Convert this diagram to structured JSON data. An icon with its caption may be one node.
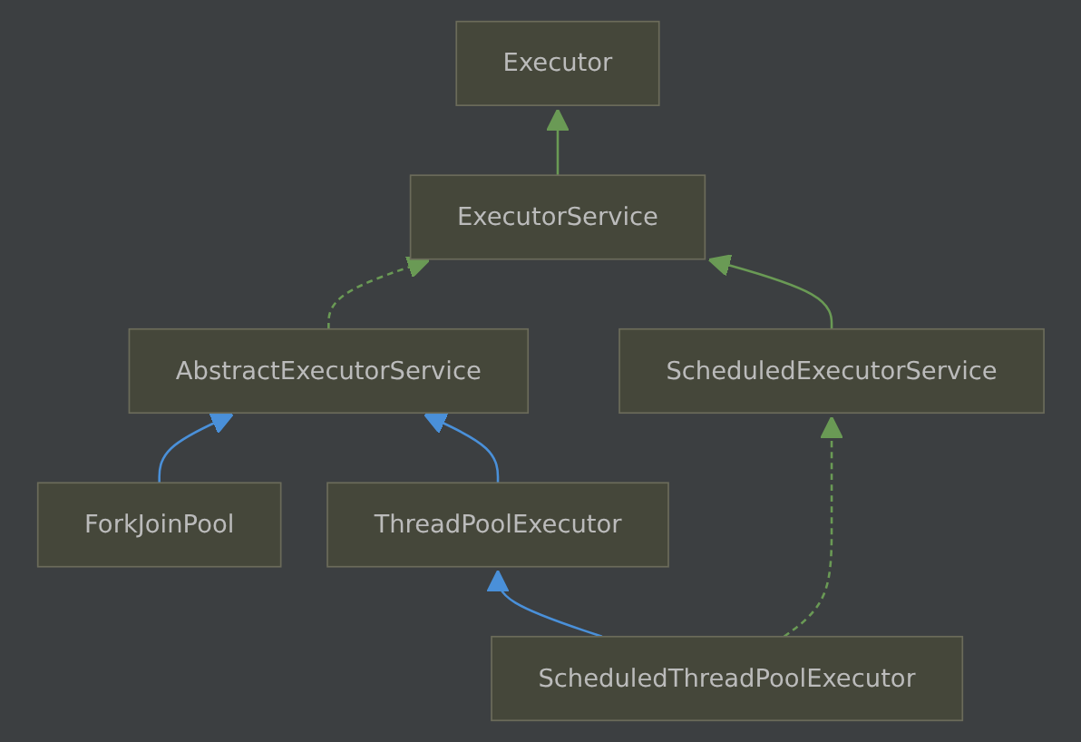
{
  "diagram": {
    "nodes": [
      {
        "text": [
          "Executor"
        ]
      },
      {
        "text": [
          "ExecutorService"
        ]
      },
      {
        "text": [
          "AbstractExecutorService"
        ]
      },
      {
        "text": [
          "ScheduledExecutorService"
        ]
      },
      {
        "text": [
          "ForkJoinPool"
        ]
      },
      {
        "text": [
          "ThreadPoolExecutor"
        ]
      },
      {
        "text": [
          "ScheduledThreadPoolExecutor"
        ]
      }
    ],
    "edges": [
      {
        "from": 1,
        "to": 0,
        "arrow": "to"
      },
      {
        "from": 2,
        "to": 1,
        "arrow": "to",
        "style": "dashed"
      },
      {
        "from": 3,
        "to": 1,
        "arrow": "to"
      },
      {
        "from": 4,
        "to": 2,
        "arrow": "to",
        "color": "#4a90d9"
      },
      {
        "from": 5,
        "to": 2,
        "arrow": "to",
        "color": "#4a90d9"
      },
      {
        "from": 6,
        "to": 5,
        "arrow": "to",
        "color": "#4a90d9"
      },
      {
        "from": 6,
        "to": 3,
        "arrow": "to",
        "style": "dashed"
      }
    ]
  }
}
